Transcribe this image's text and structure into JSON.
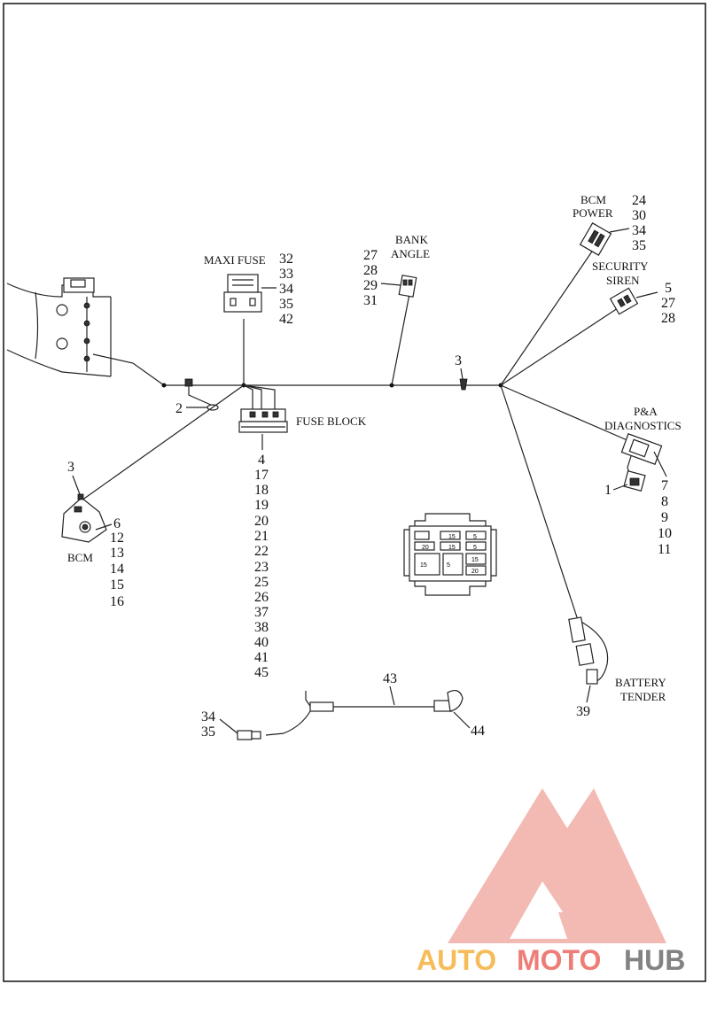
{
  "callouts": {
    "maxi_fuse": {
      "label": "MAXI FUSE",
      "numbers": [
        "32",
        "33",
        "34",
        "35",
        "42"
      ]
    },
    "bank_angle": {
      "label_line1": "BANK",
      "label_line2": "ANGLE",
      "numbers": [
        "27",
        "28",
        "29",
        "31"
      ]
    },
    "bcm_power": {
      "label_line1": "BCM",
      "label_line2": "POWER",
      "numbers": [
        "24",
        "30",
        "34",
        "35"
      ]
    },
    "security_siren": {
      "label_line1": "SECURITY",
      "label_line2": "SIREN",
      "numbers": [
        "5",
        "27",
        "28"
      ]
    },
    "pa_diagnostics": {
      "label_line1": "P&A",
      "label_line2": "DIAGNOSTICS",
      "left_number": "1",
      "numbers": [
        "7",
        "8",
        "9",
        "10",
        "11"
      ]
    },
    "fuse_block": {
      "label": "FUSE BLOCK",
      "numbers": [
        "4",
        "17",
        "18",
        "19",
        "20",
        "21",
        "22",
        "23",
        "25",
        "26",
        "37",
        "38",
        "40",
        "41",
        "45"
      ]
    },
    "bcm": {
      "label": "BCM",
      "top_number": "3",
      "numbers": [
        "6",
        "12",
        "13",
        "14",
        "15",
        "16"
      ]
    },
    "battery_tender": {
      "label_line1": "BATTERY",
      "label_line2": "TENDER",
      "number": "39"
    },
    "clip_2": "2",
    "clip_3": "3",
    "jumper": {
      "number_top": "43",
      "number_right": "44",
      "left_numbers": [
        "34",
        "35"
      ]
    }
  },
  "fuse_panel_text": [
    "15",
    "5",
    "20",
    "15",
    "5",
    "15",
    "5",
    "15",
    "20"
  ],
  "watermark": {
    "part1": "AUTO",
    "part2": "MOTO",
    "part3": "HUB",
    "color_orange": "#f5a623",
    "color_red": "#e8524a",
    "color_gray": "#5a5a5a"
  }
}
